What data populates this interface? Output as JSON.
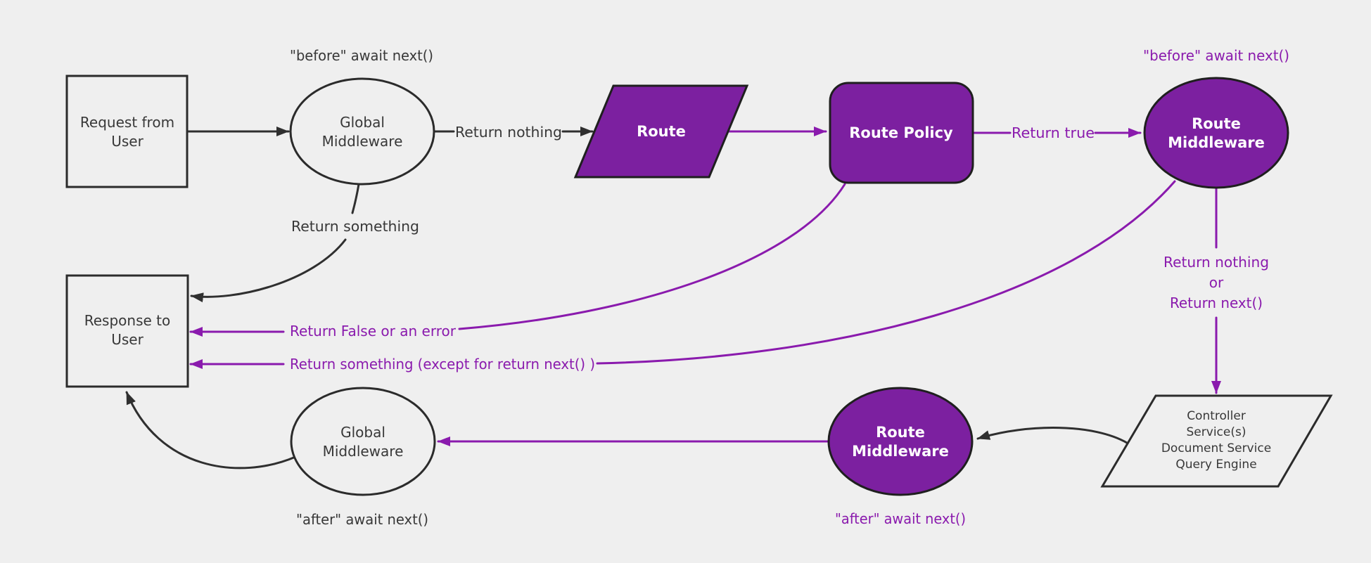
{
  "colors": {
    "background": "#efefef",
    "purple_fill": "#7c20a0",
    "purple_line": "#8a1aad",
    "black_line": "#2f2f2f",
    "dark_text": "#383838",
    "white_text": "#ffffff"
  },
  "nodes": {
    "request": {
      "shape": "rectangle",
      "lines": [
        "Request from",
        "User"
      ]
    },
    "global_mw_top": {
      "shape": "ellipse",
      "lines": [
        "Global",
        "Middleware"
      ]
    },
    "route": {
      "shape": "parallelogram",
      "lines": [
        "Route"
      ]
    },
    "route_policy": {
      "shape": "rounded-rectangle",
      "lines": [
        "Route Policy"
      ]
    },
    "route_mw_top": {
      "shape": "ellipse",
      "lines": [
        "Route",
        "Middleware"
      ]
    },
    "controller": {
      "shape": "parallelogram",
      "lines": [
        "Controller",
        "Service(s)",
        "Document Service",
        "Query Engine"
      ]
    },
    "route_mw_bottom": {
      "shape": "ellipse",
      "lines": [
        "Route",
        "Middleware"
      ]
    },
    "global_mw_bottom": {
      "shape": "ellipse",
      "lines": [
        "Global",
        "Middleware"
      ]
    },
    "response": {
      "shape": "rectangle",
      "lines": [
        "Response to",
        "User"
      ]
    }
  },
  "labels": {
    "before_global": "\"before\" await next()",
    "before_route": "\"before\" await next()",
    "return_nothing": "Return nothing",
    "return_true": "Return true",
    "return_branch": [
      "Return nothing",
      "or",
      "Return next()"
    ],
    "return_something": "Return something",
    "return_false": "Return False or an error",
    "return_something_except": "Return something (except for return next() )",
    "after_route": "\"after\" await next()",
    "after_global": "\"after\" await next()"
  }
}
